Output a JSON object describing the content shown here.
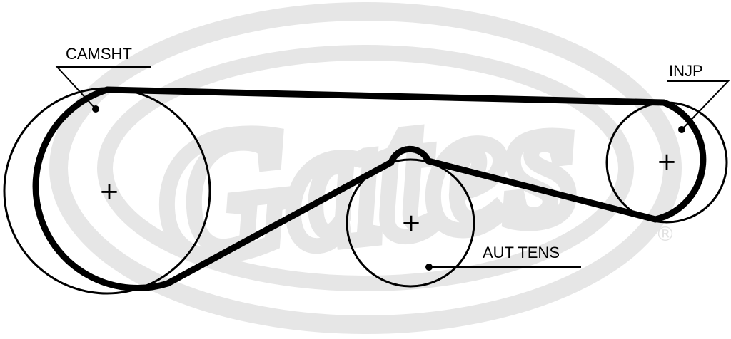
{
  "labels": {
    "camshaft": "CAMSHT",
    "injection_pump": "INJP",
    "auto_tensioner": "AUT TENS"
  },
  "center_marks": {
    "camshaft": "+",
    "injection_pump": "+",
    "auto_tensioner": "+"
  },
  "watermark": {
    "text": "Gates",
    "registered_mark": "®"
  },
  "colors": {
    "line": "#000000",
    "watermark": "#e6e6e6",
    "background": "#ffffff"
  }
}
